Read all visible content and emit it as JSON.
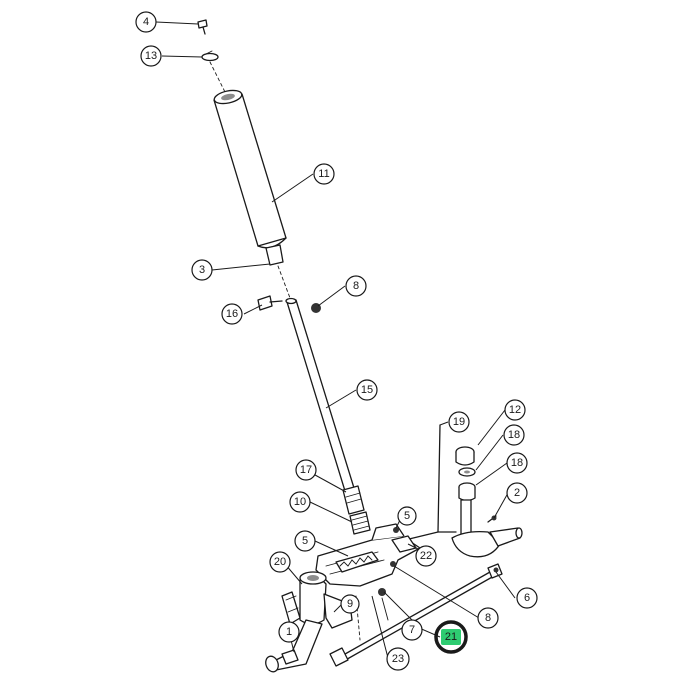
{
  "callouts": [
    {
      "id": "c4",
      "label": "4"
    },
    {
      "id": "c13",
      "label": "13"
    },
    {
      "id": "c11",
      "label": "11"
    },
    {
      "id": "c3",
      "label": "3"
    },
    {
      "id": "c8a",
      "label": "8"
    },
    {
      "id": "c16",
      "label": "16"
    },
    {
      "id": "c15",
      "label": "15"
    },
    {
      "id": "c19",
      "label": "19"
    },
    {
      "id": "c12",
      "label": "12"
    },
    {
      "id": "c18a",
      "label": "18"
    },
    {
      "id": "c18b",
      "label": "18"
    },
    {
      "id": "c17",
      "label": "17"
    },
    {
      "id": "c2",
      "label": "2"
    },
    {
      "id": "c10",
      "label": "10"
    },
    {
      "id": "c5a",
      "label": "5"
    },
    {
      "id": "c5b",
      "label": "5"
    },
    {
      "id": "c22",
      "label": "22"
    },
    {
      "id": "c20",
      "label": "20"
    },
    {
      "id": "c6",
      "label": "6"
    },
    {
      "id": "c9",
      "label": "9"
    },
    {
      "id": "c7",
      "label": "7"
    },
    {
      "id": "c8b",
      "label": "8"
    },
    {
      "id": "c21",
      "label": "21"
    },
    {
      "id": "c1",
      "label": "1"
    },
    {
      "id": "c23",
      "label": "23"
    }
  ],
  "highlight": {
    "part_label": "21",
    "ring_color": "#e0161c",
    "fill_color": "#2ecc71"
  }
}
